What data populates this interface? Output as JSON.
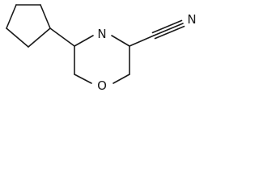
{
  "molecule": {
    "atoms": {
      "nitrogen_ring": "N",
      "oxygen_ring": "O",
      "nitrile_nitrogen": "N"
    },
    "colors": {
      "bond": "#1a1a1a",
      "background": "#ffffff"
    }
  }
}
